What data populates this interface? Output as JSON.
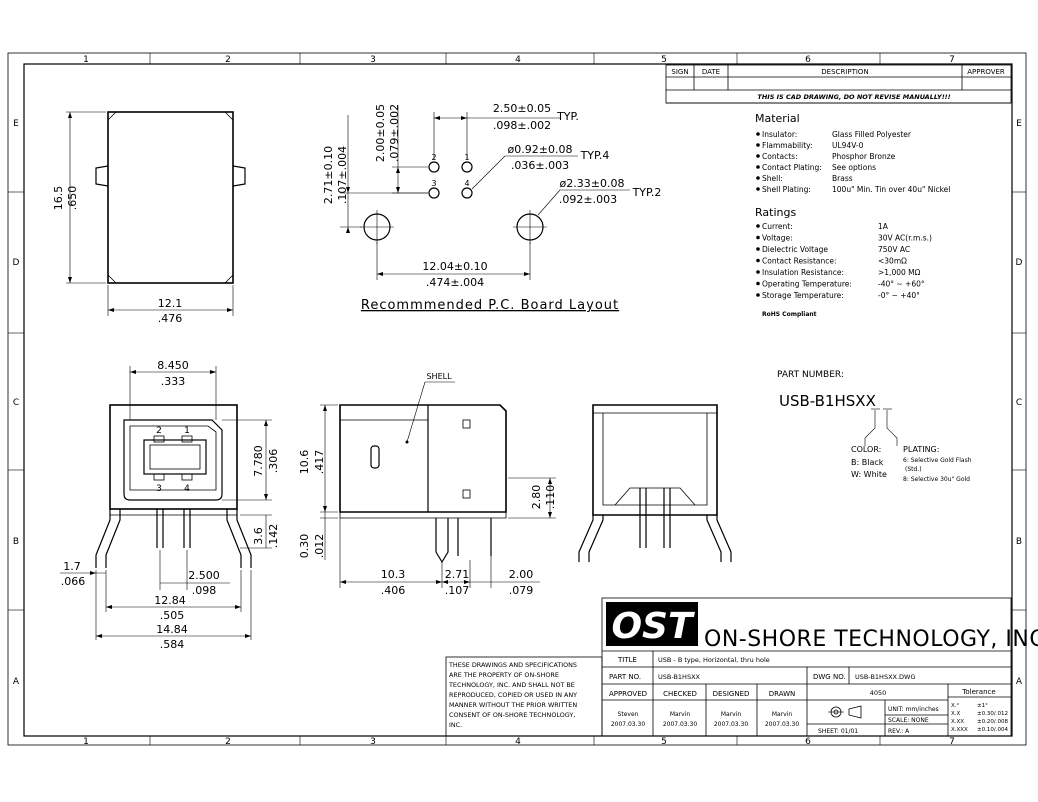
{
  "grid": {
    "cols": [
      "1",
      "2",
      "3",
      "4",
      "5",
      "6",
      "7"
    ],
    "rows": [
      "E",
      "D",
      "C",
      "B",
      "A"
    ]
  },
  "revision_table": {
    "headers": [
      "SIGN",
      "DATE",
      "DESCRIPTION",
      "APPROVER"
    ],
    "notice": "THIS IS CAD DRAWING, DO NOT REVISE MANUALLY!!!"
  },
  "material": {
    "title": "Material",
    "rows": [
      {
        "label": "Insulator:",
        "value": "Glass Filled Polyester"
      },
      {
        "label": "Flammability:",
        "value": "UL94V-0"
      },
      {
        "label": "Contacts:",
        "value": "Phosphor Bronze"
      },
      {
        "label": "Contact Plating:",
        "value": "See options"
      },
      {
        "label": "Shell:",
        "value": "Brass"
      },
      {
        "label": "Shell Plating:",
        "value": "100u\" Min. Tin over 40u\" Nickel"
      }
    ]
  },
  "ratings": {
    "title": "Ratings",
    "rows": [
      {
        "label": "Current:",
        "value": "1A"
      },
      {
        "label": "Voltage:",
        "value": "30V AC(r.m.s.)"
      },
      {
        "label": "Dielectric Voltage",
        "value": "750V AC"
      },
      {
        "label": "Contact Resistance:",
        "value": "<30mΩ"
      },
      {
        "label": "Insulation Resistance:",
        "value": ">1,000 MΩ"
      },
      {
        "label": "Operating Temperature:",
        "value": "-40° ~ +60°"
      },
      {
        "label": "Storage Temperature:",
        "value": "-0° ~ +40°"
      }
    ],
    "rohs": "RoHS Compliant"
  },
  "part_number": {
    "label": "PART NUMBER:",
    "value": "USB-B1HSXX",
    "color_title": "COLOR:",
    "color_options": [
      "B: Black",
      "W: White"
    ],
    "plating_title": "PLATING:",
    "plating_options": [
      "6: Selective Gold Flash",
      "(Std.)",
      "8: Selective 30u\" Gold"
    ]
  },
  "top_view": {
    "height_mm": "16.5",
    "height_in": ".650",
    "width_mm": "12.1",
    "width_in": ".476"
  },
  "pcb_layout": {
    "caption": "Recommmended P.C. Board Layout",
    "pitch_mm": "2.50±0.05",
    "pitch_in": ".098±.002",
    "pitch_note": "TYP.",
    "row_mm": "2.00±0.05",
    "row_in": ".079±.002",
    "offset_mm": "2.71±0.10",
    "offset_in": ".107±.004",
    "hole_mm": "ø0.92±0.08",
    "hole_in": ".036±.003",
    "hole_note": "TYP.4",
    "peg_mm": "ø2.33±0.08",
    "peg_in": ".092±.003",
    "peg_note": "TYP.2",
    "span_mm": "12.04±0.10",
    "span_in": ".474±.004",
    "pins": [
      "1",
      "2",
      "3",
      "4"
    ]
  },
  "front_view": {
    "w1_mm": "8.450",
    "w1_in": ".333",
    "h1_mm": "7.780",
    "h1_in": ".306",
    "h2_mm": "3.6",
    "h2_in": ".142",
    "d1_mm": "1.7",
    "d1_in": ".066",
    "d2_mm": "2.500",
    "d2_in": ".098",
    "d3_mm": "12.84",
    "d3_in": ".505",
    "d4_mm": "14.84",
    "d4_in": ".584",
    "pins": [
      "2",
      "1",
      "3",
      "4"
    ]
  },
  "side_view": {
    "shell_label": "SHELL",
    "h_mm": "10.6",
    "h_in": ".417",
    "b_mm": "0.30",
    "b_in": ".012",
    "p_mm": "2.80",
    "p_in": ".110",
    "l1_mm": "10.3",
    "l1_in": ".406",
    "l2_mm": "2.71",
    "l2_in": ".107",
    "l3_mm": "2.00",
    "l3_in": ".079"
  },
  "title_block": {
    "logo": "OST",
    "company": "ON-SHORE TECHNOLOGY, INC.",
    "disclaimer": [
      "THESE DRAWINGS AND SPECIFICATIONS",
      "ARE THE PROPERTY OF ON-SHORE",
      "TECHNOLOGY, INC. AND SHALL NOT BE",
      "REPRODUCED, COPIED OR USED IN ANY",
      "MANNER WITHOUT THE PRIOR WRITTEN",
      "CONSENT OF ON-SHORE TECHNOLOGY,",
      "INC."
    ],
    "title_label": "TITLE",
    "title_value": "USB - B type, Horizontal, thru hole",
    "part_label": "PART NO.",
    "part_value": "USB-B1HSXX",
    "dwg_label": "DWG NO.",
    "dwg_value": "USB-B1HSXX.DWG",
    "approved": "APPROVED",
    "checked": "CHECKED",
    "designed": "DESIGNED",
    "drawn": "DRAWN",
    "approved_by": "Steven",
    "checked_by": "Marvin",
    "designed_by": "Marvin",
    "drawn_by": "Marvin",
    "date": "2007.03.30",
    "code": "4050",
    "unit": "UNIT: mm/inches",
    "scale": "SCALE: NONE",
    "sheet": "SHEET: 01/01",
    "rev": "REV.: A",
    "tolerance_title": "Tolerance",
    "tolerances": [
      {
        "k": "X.°",
        "v": "±1°"
      },
      {
        "k": "X.X",
        "v": "±0.30/.012"
      },
      {
        "k": "X.XX",
        "v": "±0.20/.008"
      },
      {
        "k": "X.XXX",
        "v": "±0.10/.004"
      }
    ]
  }
}
